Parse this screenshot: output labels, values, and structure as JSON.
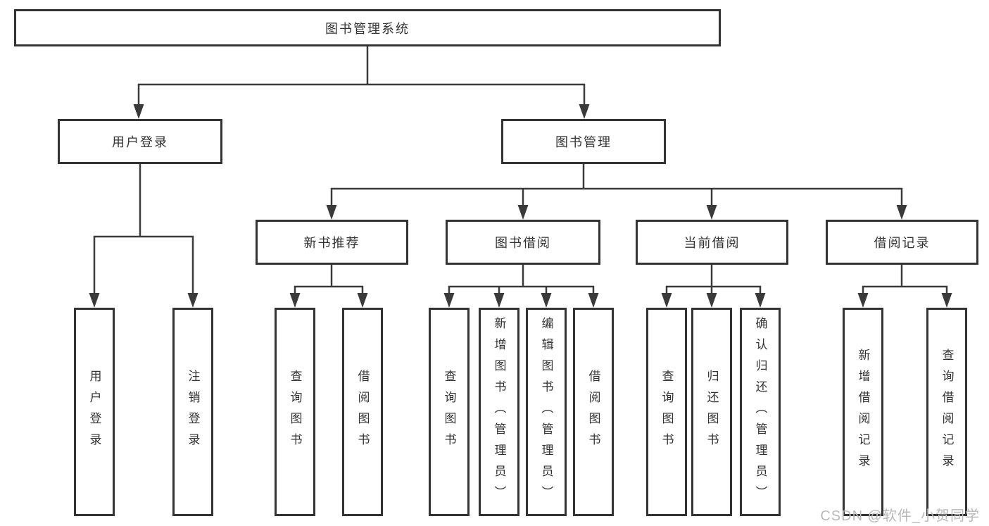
{
  "tree": {
    "root": "图书管理系统",
    "user": {
      "label": "用户登录",
      "children": [
        "用户登录",
        "注销登录"
      ]
    },
    "books": {
      "label": "图书管理",
      "new_books": {
        "label": "新书推荐",
        "children": [
          "查询图书",
          "借阅图书"
        ]
      },
      "borrow": {
        "label": "图书借阅",
        "children": [
          "查询图书",
          "新增图书（管理员）",
          "编辑图书（管理员）",
          "借阅图书"
        ]
      },
      "current": {
        "label": "当前借阅",
        "children": [
          "查询图书",
          "归还图书",
          "确认归还（管理员）"
        ]
      },
      "records": {
        "label": "借阅记录",
        "children": [
          "新增借阅记录",
          "查询借阅记录"
        ]
      }
    }
  },
  "watermark": "CSDN @软件_小贺同学",
  "colors": {
    "line": "#3a3a3a",
    "box_border": "#333333",
    "text": "#333333",
    "watermark": "#b9b9b9",
    "background": "#ffffff"
  }
}
